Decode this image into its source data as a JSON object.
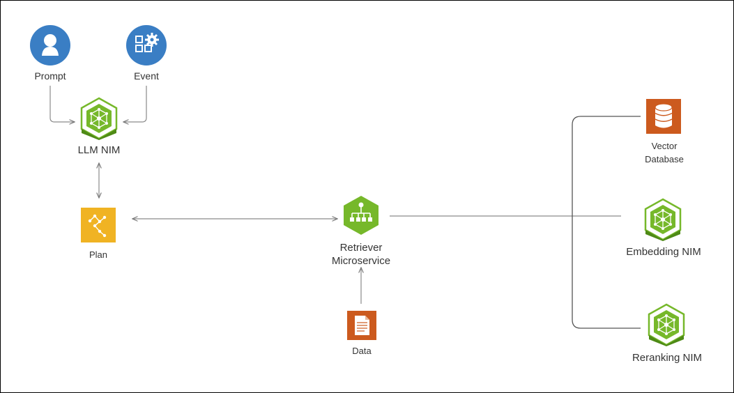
{
  "colors": {
    "blue": "#3a7ec4",
    "green": "#76b82a",
    "green_dark": "#4e8a16",
    "orange": "#cc5a1e",
    "yellow": "#f0b323",
    "line": "#8a8a8a"
  },
  "nodes": {
    "prompt": {
      "label": "Prompt",
      "icon": "user-icon"
    },
    "event": {
      "label": "Event",
      "icon": "apps-gear-icon"
    },
    "llm_nim": {
      "label": "LLM NIM",
      "icon": "nim-cube-icon"
    },
    "plan": {
      "label": "Plan",
      "icon": "plan-flow-icon"
    },
    "retriever": {
      "label_line1": "Retriever",
      "label_line2": "Microservice",
      "icon": "hierarchy-icon"
    },
    "data": {
      "label": "Data",
      "icon": "document-icon"
    },
    "vector_db": {
      "label_line1": "Vector",
      "label_line2": "Database",
      "icon": "database-icon"
    },
    "embedding_nim": {
      "label": "Embedding NIM",
      "icon": "nim-cube-icon"
    },
    "reranking_nim": {
      "label": "Reranking NIM",
      "icon": "nim-cube-icon"
    }
  }
}
